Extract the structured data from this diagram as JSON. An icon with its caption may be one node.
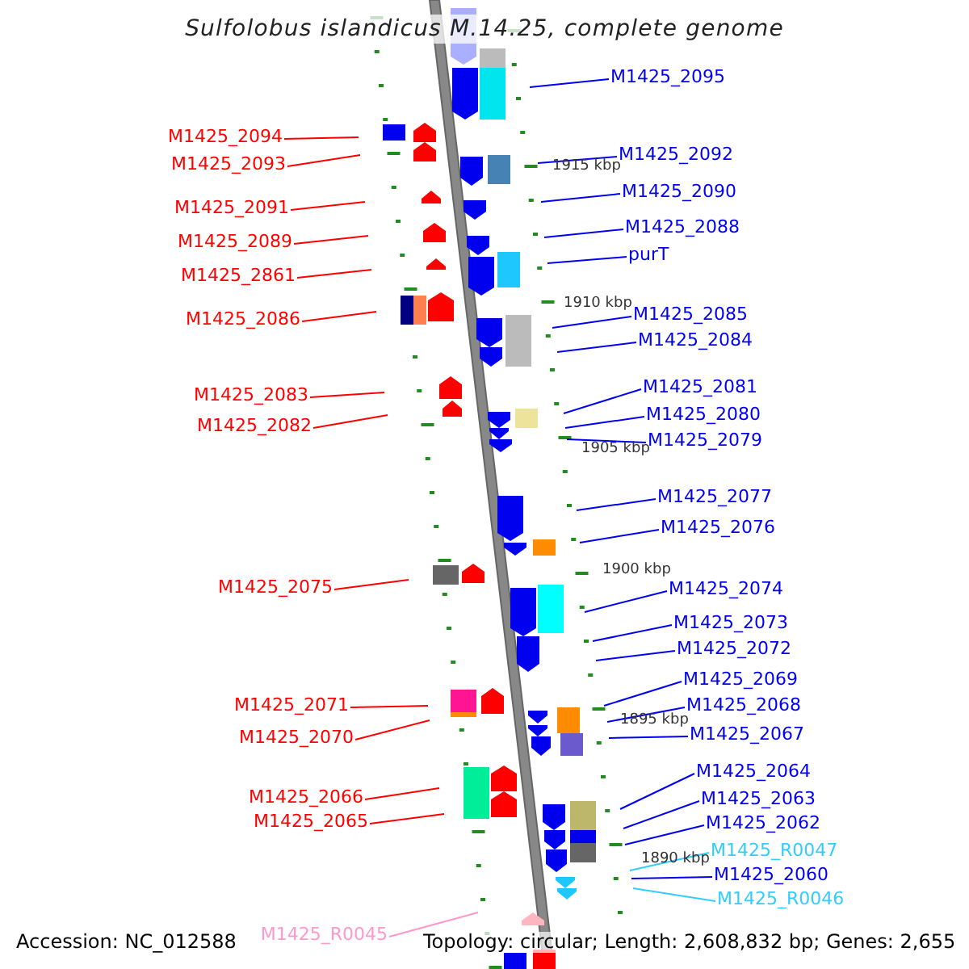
{
  "diagram": {
    "title": "Sulfolobus islandicus M.14.25, complete genome",
    "nodes": [
      {
        "text": [
          "M1425_2095"
        ]
      },
      {
        "text": [
          "M1425_2094"
        ]
      },
      {
        "text": [
          "M1425_2092"
        ]
      },
      {
        "text": [
          "M1425_2093"
        ]
      },
      {
        "text": [
          "M1425_2090"
        ]
      },
      {
        "text": [
          "M1425_2091"
        ]
      },
      {
        "text": [
          "M1425_2088"
        ]
      },
      {
        "text": [
          "M1425_2089"
        ]
      },
      {
        "text": [
          "purT"
        ]
      },
      {
        "text": [
          "M1425_2861"
        ]
      },
      {
        "text": [
          "M1425_2085"
        ]
      },
      {
        "text": [
          "M1425_2086"
        ]
      },
      {
        "text": [
          "M1425_2084"
        ]
      },
      {
        "text": [
          "M1425_2081"
        ]
      },
      {
        "text": [
          "M1425_2083"
        ]
      },
      {
        "text": [
          "M1425_2080"
        ]
      },
      {
        "text": [
          "M1425_2082"
        ]
      },
      {
        "text": [
          "M1425_2079"
        ]
      },
      {
        "text": [
          "M1425_2077"
        ]
      },
      {
        "text": [
          "M1425_2076"
        ]
      },
      {
        "text": [
          "M1425_2075"
        ]
      },
      {
        "text": [
          "M1425_2074"
        ]
      },
      {
        "text": [
          "M1425_2073"
        ]
      },
      {
        "text": [
          "M1425_2072"
        ]
      },
      {
        "text": [
          "M1425_2069"
        ]
      },
      {
        "text": [
          "M1425_2071"
        ]
      },
      {
        "text": [
          "M1425_2068"
        ]
      },
      {
        "text": [
          "M1425_2067"
        ]
      },
      {
        "text": [
          "M1425_2070"
        ]
      },
      {
        "text": [
          "M1425_2064"
        ]
      },
      {
        "text": [
          "M1425_2066"
        ]
      },
      {
        "text": [
          "M1425_2063"
        ]
      },
      {
        "text": [
          "M1425_2062"
        ]
      },
      {
        "text": [
          "M1425_2065"
        ]
      },
      {
        "text": [
          "M1425_R0047"
        ]
      },
      {
        "text": [
          "M1425_2060"
        ]
      },
      {
        "text": [
          "M1425_R0046"
        ]
      },
      {
        "text": [
          "M1425_R0045"
        ]
      }
    ],
    "edges": [
      {
        "from": 0,
        "to": null,
        "arrow": "none"
      },
      {
        "from": 1,
        "to": null,
        "arrow": "none",
        "color": "#ff0000"
      },
      {
        "from": 2,
        "to": null,
        "arrow": "none"
      },
      {
        "from": 3,
        "to": null,
        "arrow": "none",
        "color": "#ff0000"
      },
      {
        "from": 4,
        "to": null,
        "arrow": "none"
      },
      {
        "from": 5,
        "to": null,
        "arrow": "none",
        "color": "#ff0000"
      },
      {
        "from": 6,
        "to": null,
        "arrow": "none"
      },
      {
        "from": 7,
        "to": null,
        "arrow": "none",
        "color": "#ff0000"
      },
      {
        "from": 8,
        "to": null,
        "arrow": "none"
      },
      {
        "from": 9,
        "to": null,
        "arrow": "none",
        "color": "#ff0000"
      },
      {
        "from": 10,
        "to": null,
        "arrow": "none"
      },
      {
        "from": 11,
        "to": null,
        "arrow": "none",
        "color": "#ff0000"
      },
      {
        "from": 12,
        "to": null,
        "arrow": "none"
      },
      {
        "from": 13,
        "to": null,
        "arrow": "none"
      },
      {
        "from": 14,
        "to": null,
        "arrow": "none",
        "color": "#ff0000"
      },
      {
        "from": 15,
        "to": null,
        "arrow": "none"
      },
      {
        "from": 16,
        "to": null,
        "arrow": "none",
        "color": "#ff0000"
      },
      {
        "from": 17,
        "to": null,
        "arrow": "none"
      },
      {
        "from": 18,
        "to": null,
        "arrow": "none"
      },
      {
        "from": 19,
        "to": null,
        "arrow": "none"
      },
      {
        "from": 20,
        "to": null,
        "arrow": "none",
        "color": "#ff0000"
      },
      {
        "from": 21,
        "to": null,
        "arrow": "none"
      },
      {
        "from": 22,
        "to": null,
        "arrow": "none"
      },
      {
        "from": 23,
        "to": null,
        "arrow": "none"
      },
      {
        "from": 24,
        "to": null,
        "arrow": "none"
      },
      {
        "from": 25,
        "to": null,
        "arrow": "none",
        "color": "#ff0000"
      },
      {
        "from": 26,
        "to": null,
        "arrow": "none"
      },
      {
        "from": 27,
        "to": null,
        "arrow": "none"
      },
      {
        "from": 28,
        "to": null,
        "arrow": "none",
        "color": "#ff0000"
      },
      {
        "from": 29,
        "to": null,
        "arrow": "none"
      },
      {
        "from": 30,
        "to": null,
        "arrow": "none",
        "color": "#ff0000"
      },
      {
        "from": 31,
        "to": null,
        "arrow": "none"
      },
      {
        "from": 32,
        "to": null,
        "arrow": "none"
      },
      {
        "from": 33,
        "to": null,
        "arrow": "none",
        "color": "#ff0000"
      },
      {
        "from": 34,
        "to": null,
        "arrow": "none",
        "color": "#33ccff"
      },
      {
        "from": 35,
        "to": null,
        "arrow": "none"
      },
      {
        "from": 36,
        "to": null,
        "arrow": "none",
        "color": "#33ccff"
      },
      {
        "from": 37,
        "to": null,
        "arrow": "none",
        "color": "#ff99cc"
      }
    ],
    "labels": [
      "1915 kbp",
      "1910 kbp",
      "1905 kbp",
      "1900 kbp",
      "1895 kbp",
      "1890 kbp",
      "Accession: NC_012588",
      "Topology: circular; Length: 2,608,832 bp; Genes: 2,655"
    ]
  }
}
